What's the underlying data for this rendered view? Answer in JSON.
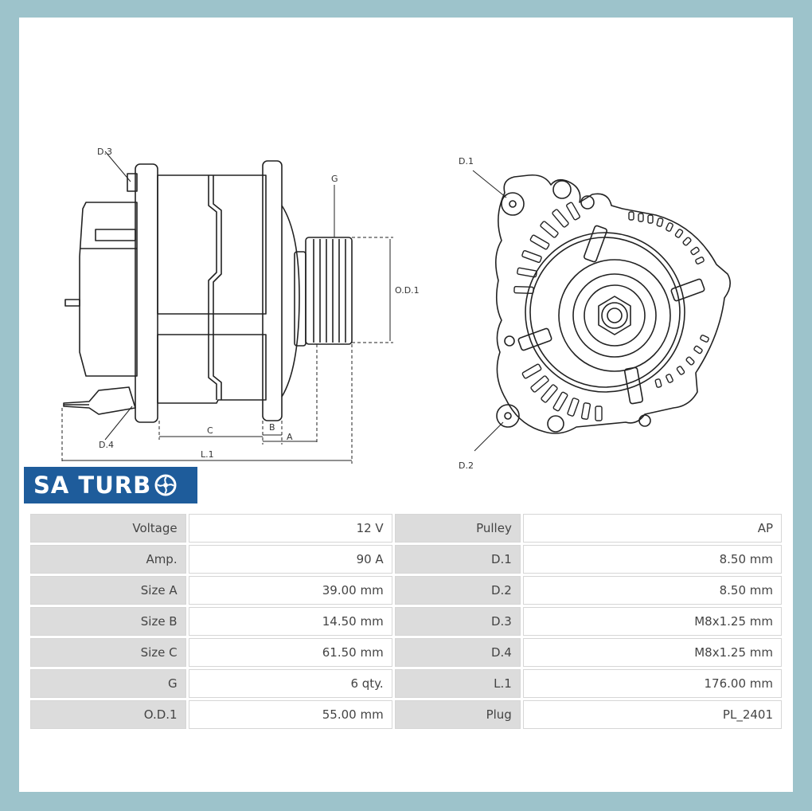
{
  "brand": {
    "name": "SA TURB"
  },
  "labels": {
    "d3": "D.3",
    "d4": "D.4",
    "g": "G",
    "od1": "O.D.1",
    "c": "C",
    "b": "B",
    "a": "A",
    "l1": "L.1",
    "d1": "D.1",
    "d2": "D.2"
  },
  "specs": [
    {
      "k1": "Voltage",
      "v1": "12 V",
      "k2": "Pulley",
      "v2": "AP"
    },
    {
      "k1": "Amp.",
      "v1": "90 A",
      "k2": "D.1",
      "v2": "8.50 mm"
    },
    {
      "k1": "Size A",
      "v1": "39.00 mm",
      "k2": "D.2",
      "v2": "8.50 mm"
    },
    {
      "k1": "Size B",
      "v1": "14.50 mm",
      "k2": "D.3",
      "v2": "M8x1.25 mm"
    },
    {
      "k1": "Size C",
      "v1": "61.50 mm",
      "k2": "D.4",
      "v2": "M8x1.25 mm"
    },
    {
      "k1": "G",
      "v1": "6 qty.",
      "k2": "L.1",
      "v2": "176.00 mm"
    },
    {
      "k1": "O.D.1",
      "v1": "55.00 mm",
      "k2": "Plug",
      "v2": "PL_2401"
    }
  ]
}
